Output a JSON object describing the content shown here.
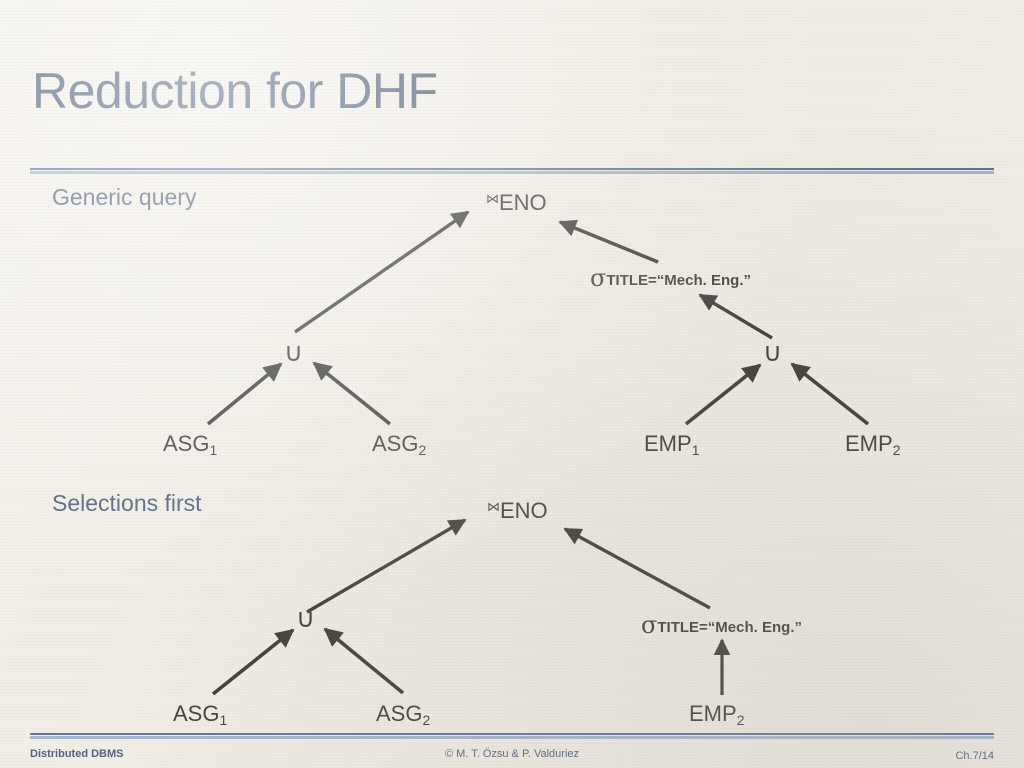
{
  "slide": {
    "title": "Reduction for DHF",
    "page_label": "Ch.7/14"
  },
  "sections": [
    {
      "id": "generic",
      "label": "Generic query"
    },
    {
      "id": "selections",
      "label": "Selections first"
    }
  ],
  "symbols": {
    "join": "⋈",
    "sigma": "σ",
    "union": "∪"
  },
  "trees": {
    "generic_query": {
      "nodes": [
        {
          "id": "g-join",
          "type": "join",
          "symbol": "⋈",
          "label": "ENO"
        },
        {
          "id": "g-sigma",
          "type": "select",
          "symbol": "σ",
          "label": "TITLE=“Mech. Eng.”"
        },
        {
          "id": "g-union-left",
          "type": "union",
          "symbol": "∪",
          "label": ""
        },
        {
          "id": "g-union-right",
          "type": "union",
          "symbol": "∪",
          "label": ""
        },
        {
          "id": "g-asg1",
          "type": "relation",
          "label": "ASG",
          "subscript": "1"
        },
        {
          "id": "g-asg2",
          "type": "relation",
          "label": "ASG",
          "subscript": "2"
        },
        {
          "id": "g-emp1",
          "type": "relation",
          "label": "EMP",
          "subscript": "1"
        },
        {
          "id": "g-emp2",
          "type": "relation",
          "label": "EMP",
          "subscript": "2"
        }
      ],
      "edges": [
        {
          "from": "g-union-left",
          "to": "g-join"
        },
        {
          "from": "g-sigma",
          "to": "g-join"
        },
        {
          "from": "g-union-right",
          "to": "g-sigma"
        },
        {
          "from": "g-asg1",
          "to": "g-union-left"
        },
        {
          "from": "g-asg2",
          "to": "g-union-left"
        },
        {
          "from": "g-emp1",
          "to": "g-union-right"
        },
        {
          "from": "g-emp2",
          "to": "g-union-right"
        }
      ]
    },
    "selections_first": {
      "nodes": [
        {
          "id": "s-join",
          "type": "join",
          "symbol": "⋈",
          "label": "ENO"
        },
        {
          "id": "s-sigma",
          "type": "select",
          "symbol": "σ",
          "label": "TITLE=“Mech. Eng.”"
        },
        {
          "id": "s-union",
          "type": "union",
          "symbol": "∪",
          "label": ""
        },
        {
          "id": "s-asg1",
          "type": "relation",
          "label": "ASG",
          "subscript": "1"
        },
        {
          "id": "s-asg2",
          "type": "relation",
          "label": "ASG",
          "subscript": "2"
        },
        {
          "id": "s-emp2",
          "type": "relation",
          "label": "EMP",
          "subscript": "2"
        }
      ],
      "edges": [
        {
          "from": "s-union",
          "to": "s-join"
        },
        {
          "from": "s-sigma",
          "to": "s-join"
        },
        {
          "from": "s-asg1",
          "to": "s-union"
        },
        {
          "from": "s-asg2",
          "to": "s-union"
        },
        {
          "from": "s-emp2",
          "to": "s-sigma"
        }
      ]
    }
  },
  "footer": {
    "left": "Distributed DBMS",
    "center": "© M. T. Özsu & P. Valduriez",
    "right": "Ch.7/14"
  },
  "colors": {
    "background": "#f2efe8",
    "title": "#22395c",
    "label": "#2a3f63",
    "rule_dark": "#3c5a86",
    "rule_light": "#93a9c9",
    "node_text": "#141414"
  }
}
